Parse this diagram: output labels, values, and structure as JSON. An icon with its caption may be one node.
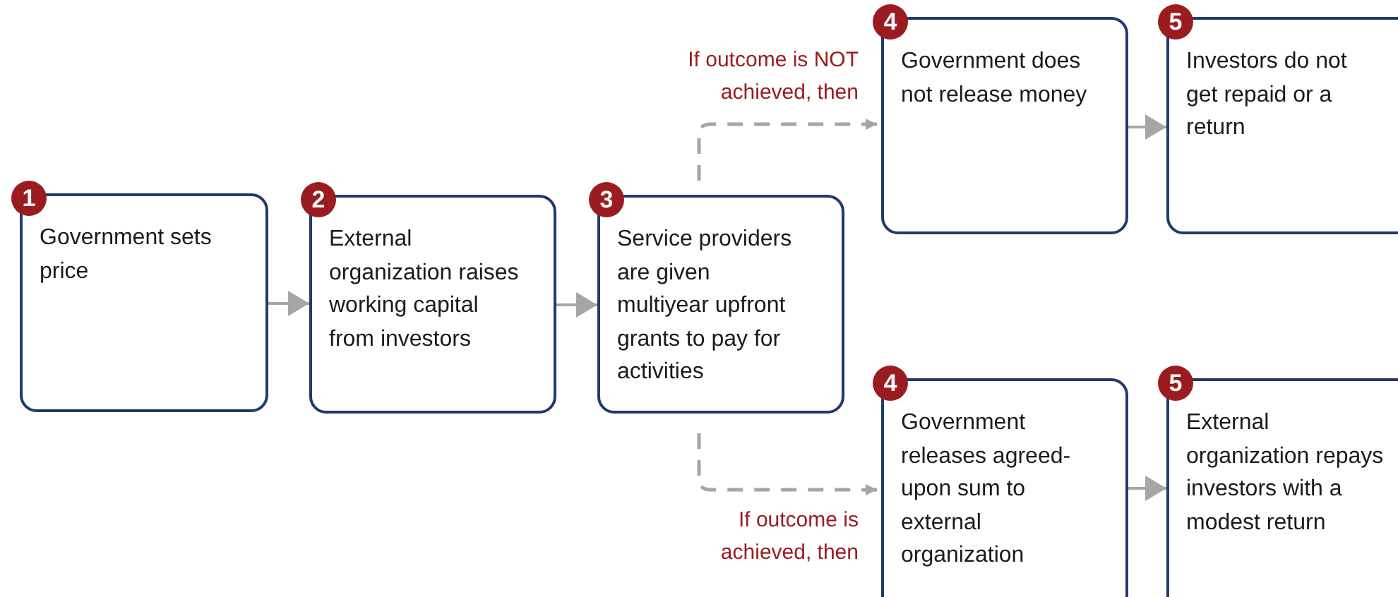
{
  "diagram": {
    "nodes": [
      {
        "text": [
          "1",
          "Government sets price"
        ]
      },
      {
        "text": [
          "2",
          "External organization raises working capital from investors"
        ]
      },
      {
        "text": [
          "3",
          "Service providers are given multiyear upfront grants to pay for activities"
        ]
      },
      {
        "text": [
          "4",
          "Government does not release money"
        ]
      },
      {
        "text": [
          "5",
          "Investors do not get repaid or a return"
        ]
      },
      {
        "text": [
          "4",
          "Government releases agreed-upon sum to external organization"
        ]
      },
      {
        "text": [
          "5",
          "External organization repays investors with a modest return"
        ]
      }
    ],
    "edges": [
      {
        "from": 0,
        "to": 1,
        "arrow": "to"
      },
      {
        "from": 1,
        "to": 2,
        "arrow": "to"
      },
      {
        "from": 2,
        "to": 3,
        "arrow": "to",
        "style": "dashed",
        "label": "If outcome is NOT achieved, then"
      },
      {
        "from": 2,
        "to": 5,
        "arrow": "to",
        "style": "dashed",
        "label": "If outcome is achieved, then"
      },
      {
        "from": 3,
        "to": 4,
        "arrow": "to"
      },
      {
        "from": 5,
        "to": 6,
        "arrow": "to"
      }
    ]
  }
}
